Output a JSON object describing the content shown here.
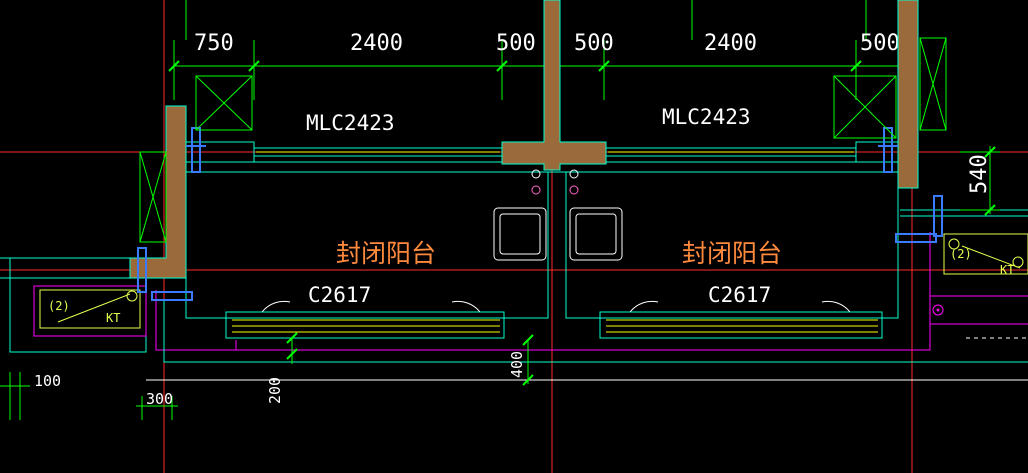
{
  "dimensions": {
    "top": [
      "750",
      "2400",
      "500",
      "500",
      "2400",
      "500"
    ],
    "right_540": "540",
    "left_100": "100",
    "left_300": "300",
    "bottom_200": "200",
    "bottom_400": "400"
  },
  "labels": {
    "door_left": "MLC2423",
    "door_right": "MLC2423",
    "window_left": "C2617",
    "window_right": "C2617",
    "room_left": "封闭阳台",
    "room_right": "封闭阳台"
  },
  "ac_units": {
    "left": {
      "number": "(2)",
      "code": "KT"
    },
    "right": {
      "number": "(2)",
      "code": "KT"
    }
  },
  "colors": {
    "background": "#000000",
    "wall_fill": "#9b6a3a",
    "wall_edge": "#00ffd0",
    "axis_red": "#ff2a2a",
    "dim_green": "#00ff00",
    "text_white": "#ffffff",
    "room_text": "#ff8a3d",
    "magenta": "#ff00ff",
    "yellow": "#ffff00",
    "blue": "#3b7bff"
  }
}
